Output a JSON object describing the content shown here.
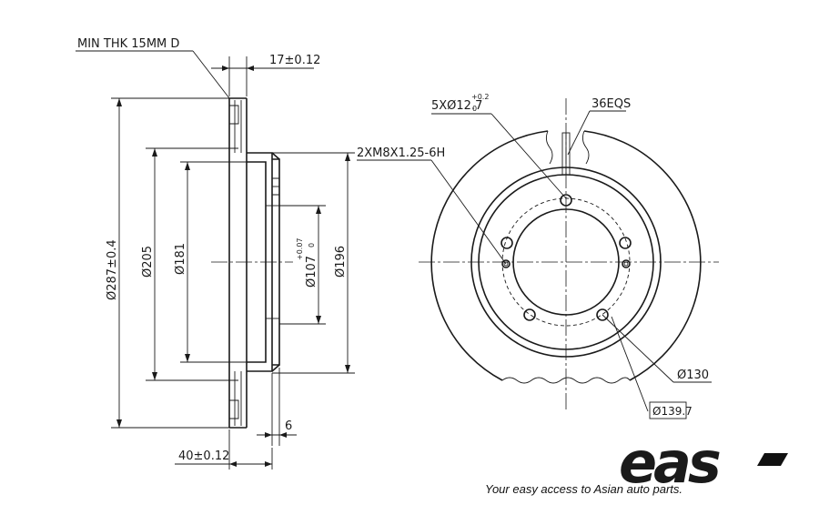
{
  "side_view": {
    "min_thickness": "MIN THK 15MM D",
    "rotor_width": "17±0.12",
    "outer_dia": "Ø287±0.4",
    "dia_205": "Ø205",
    "dia_181": "Ø181",
    "center_bore": "Ø107",
    "center_bore_tol_upper": "+0.07",
    "center_bore_tol_lower": "0",
    "dia_196": "Ø196",
    "hat_thickness": "6",
    "overall_height": "40±0.12"
  },
  "front_view": {
    "bolt_holes": "5XØ12.7",
    "bolt_tol_upper": "+0.2",
    "bolt_tol_lower": "0",
    "vanes": "36EQS",
    "threaded_holes": "2XM8X1.25-6H",
    "dia_130": "Ø130",
    "pcd": "Ø139.7"
  },
  "brand": {
    "logo": "eas",
    "tagline": "Your easy access to Asian auto parts."
  }
}
